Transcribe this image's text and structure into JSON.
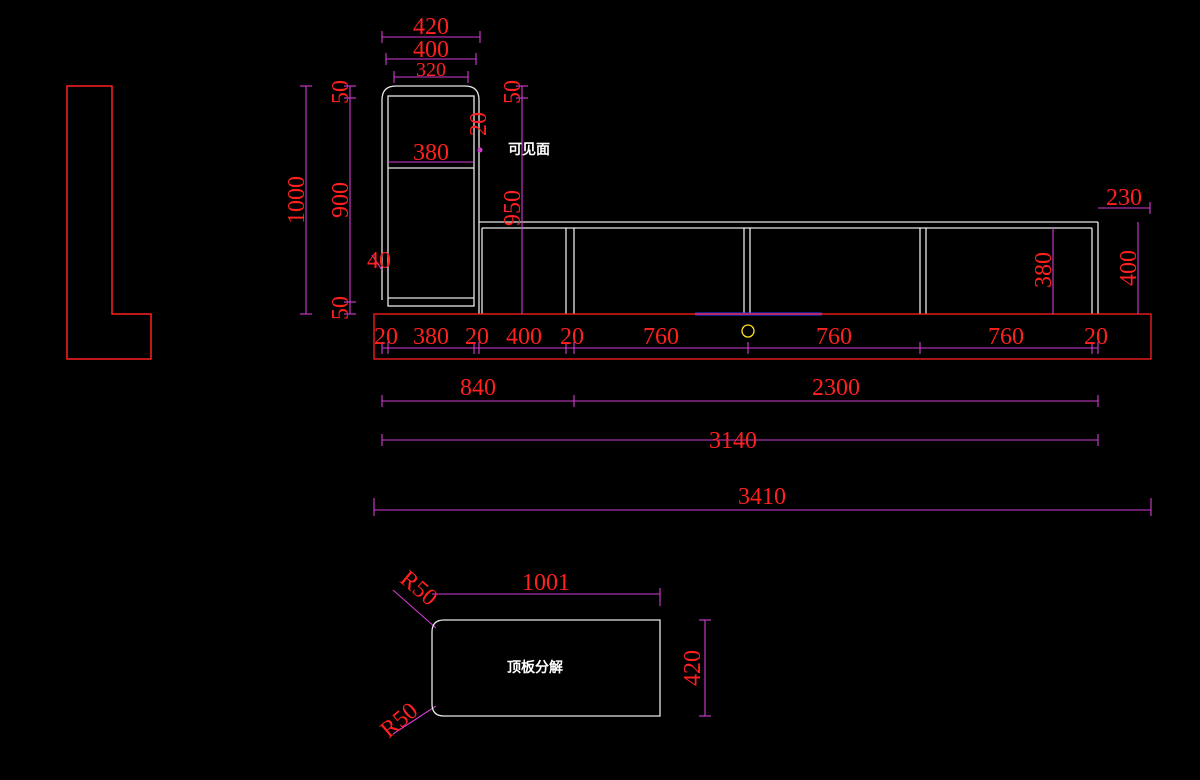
{
  "drawing": {
    "notes": {
      "visible_face": "可见面",
      "top_panel": "顶板分解"
    },
    "dims": {
      "top_420": "420",
      "top_400": "400",
      "top_320": "320",
      "left_1000": "1000",
      "left_900": "900",
      "left_50_top": "50",
      "left_50_bot": "50",
      "left_40": "40",
      "inner_380": "380",
      "right_50": "50",
      "right_20": "20",
      "right_950": "950",
      "far_230": "230",
      "far_380": "380",
      "far_400": "400",
      "base_20a": "20",
      "base_380": "380",
      "base_20b": "20",
      "base_400": "400",
      "base_20c": "20",
      "base_760a": "760",
      "base_760b": "760",
      "base_760c": "760",
      "base_20d": "20",
      "total_840": "840",
      "total_2300": "2300",
      "total_3140": "3140",
      "total_3410": "3410",
      "panel_1001": "1001",
      "panel_420": "420",
      "panel_r50_top": "R50",
      "panel_r50_bot": "R50"
    }
  }
}
